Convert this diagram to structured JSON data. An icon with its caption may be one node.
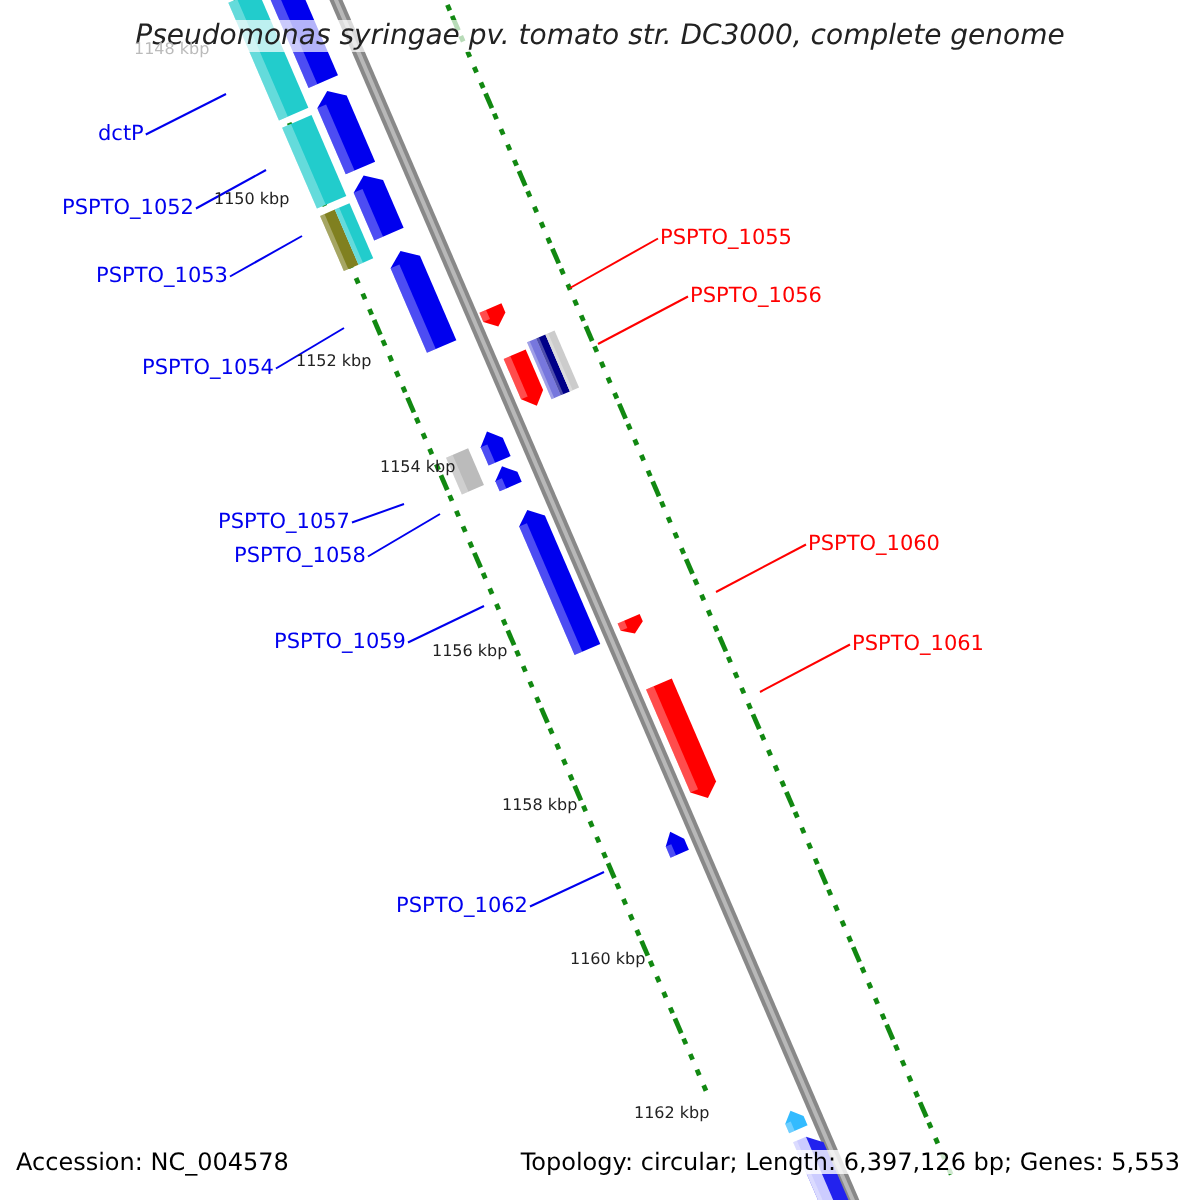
{
  "diagram": {
    "title": "Pseudomonas syringae pv. tomato str. DC3000, complete genome",
    "nodes": [
      {
        "text": [
          "dctP"
        ]
      },
      {
        "text": [
          "PSPTO_1052"
        ]
      },
      {
        "text": [
          "PSPTO_1055"
        ]
      },
      {
        "text": [
          "PSPTO_1053"
        ]
      },
      {
        "text": [
          "PSPTO_1056"
        ]
      },
      {
        "text": [
          "PSPTO_1054"
        ]
      },
      {
        "text": [
          "PSPTO_1057"
        ]
      },
      {
        "text": [
          "PSPTO_1060"
        ]
      },
      {
        "text": [
          "PSPTO_1058"
        ]
      },
      {
        "text": [
          "PSPTO_1059"
        ]
      },
      {
        "text": [
          "PSPTO_1061"
        ]
      },
      {
        "text": [
          "PSPTO_1062"
        ]
      }
    ],
    "edges": [
      {
        "from": 0,
        "to": null,
        "arrow": "none"
      },
      {
        "from": 1,
        "to": null,
        "arrow": "none"
      },
      {
        "from": 2,
        "to": null,
        "arrow": "none",
        "color": "#ff0000"
      },
      {
        "from": 3,
        "to": null,
        "arrow": "none"
      },
      {
        "from": 4,
        "to": null,
        "arrow": "none",
        "color": "#ff0000"
      },
      {
        "from": 5,
        "to": null,
        "arrow": "none"
      },
      {
        "from": 6,
        "to": null,
        "arrow": "none"
      },
      {
        "from": 7,
        "to": null,
        "arrow": "none",
        "color": "#ff0000"
      },
      {
        "from": 8,
        "to": null,
        "arrow": "none"
      },
      {
        "from": 9,
        "to": null,
        "arrow": "none"
      },
      {
        "from": 10,
        "to": null,
        "arrow": "none",
        "color": "#ff0000"
      },
      {
        "from": 11,
        "to": null,
        "arrow": "none"
      }
    ],
    "labels": [
      "1148 kbp",
      "1150 kbp",
      "1152 kbp",
      "1154 kbp",
      "1156 kbp",
      "1158 kbp",
      "1160 kbp",
      "1162 kbp",
      "Accession: NC_004578",
      "Topology: circular; Length: 6,397,126 bp; Genes: 5,553"
    ]
  }
}
